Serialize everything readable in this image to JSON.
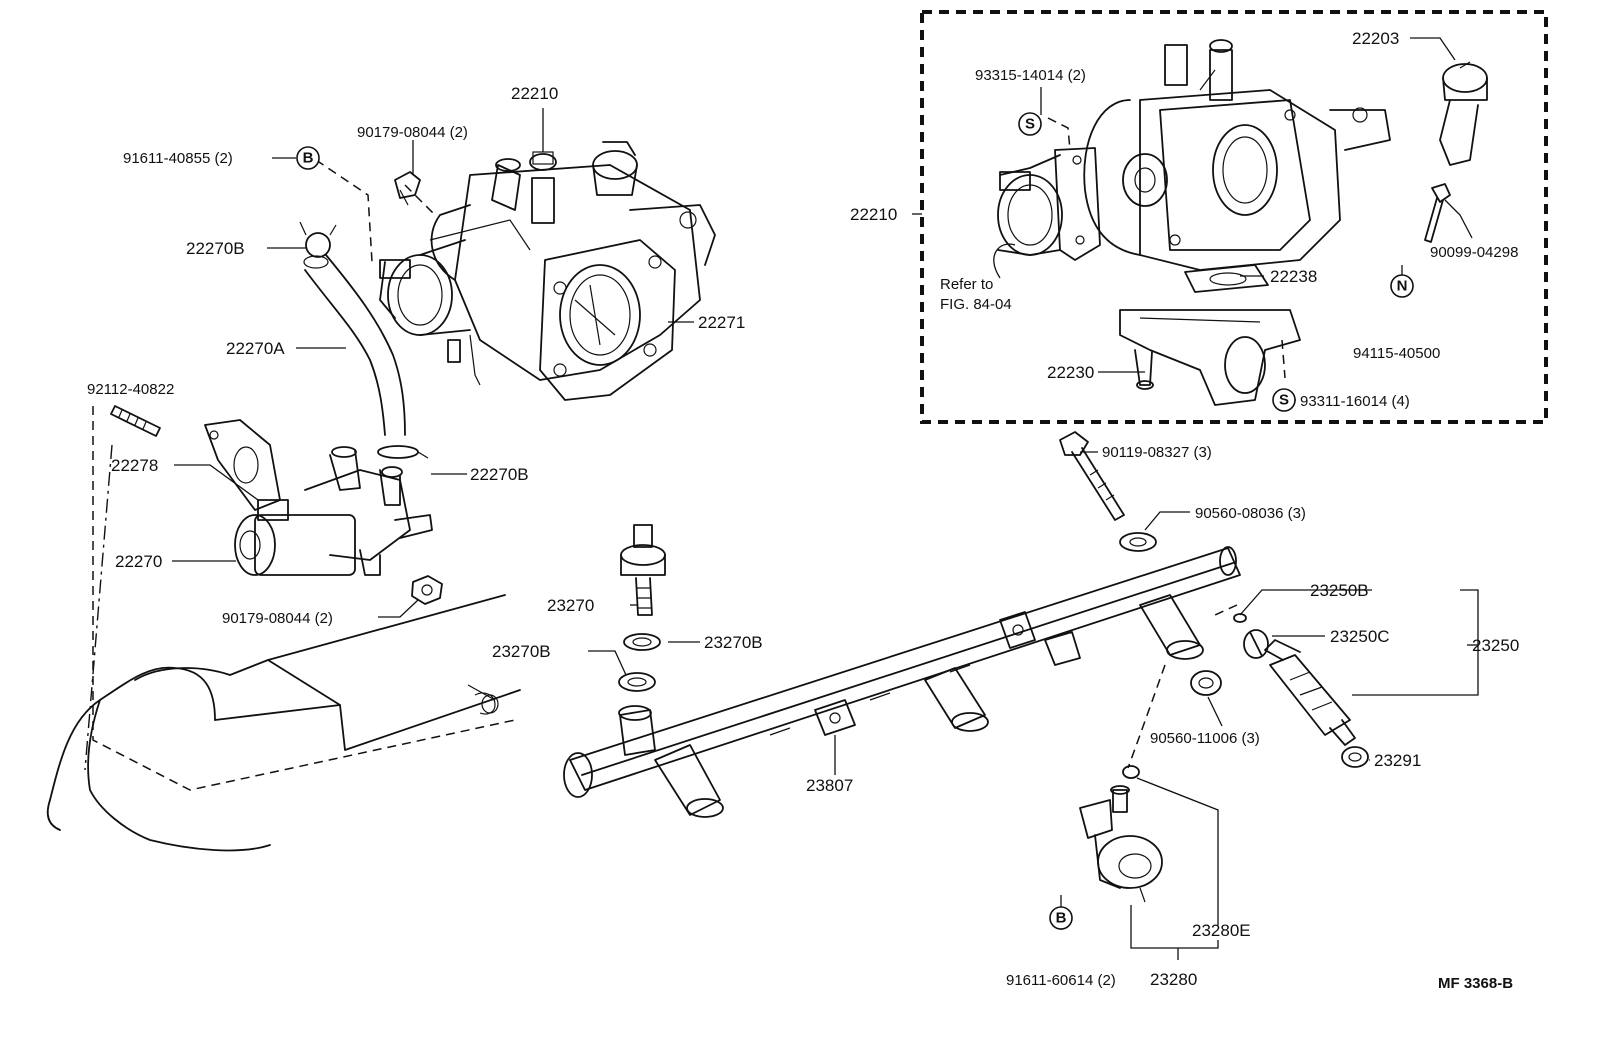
{
  "diagram": {
    "code": "MF 3368-B",
    "labels": {
      "p22210_top": "22210",
      "p90179_top": "90179-08044 (2)",
      "p91611_40855": "91611-40855 (2)",
      "p22270B_top": "22270B",
      "p22270A": "22270A",
      "p22271": "22271",
      "p92112": "92112-40822",
      "p22278": "22278",
      "p22270B_mid": "22270B",
      "p22270": "22270",
      "p90179_bot": "90179-08044 (2)",
      "p93315": "93315-14014 (2)",
      "p22210_box": "22210",
      "refer1": "Refer to",
      "refer2": "FIG. 84-04",
      "p22203": "22203",
      "p90099": "90099-04298",
      "p94115": "94115-40500",
      "p22238": "22238",
      "p22230": "22230",
      "p93311": "93311-16014 (4)",
      "p90119": "90119-08327 (3)",
      "p90560_08036": "90560-08036 (3)",
      "p23270": "23270",
      "p23270B_r": "23270B",
      "p23270B_l": "23270B",
      "p23250B": "23250B",
      "p23250C": "23250C",
      "p23250": "23250",
      "p90560_11006": "90560-11006 (3)",
      "p23291": "23291",
      "p23807": "23807",
      "p23280E": "23280E",
      "p91611_60614": "91611-60614 (2)",
      "p23280": "23280"
    },
    "symbols": {
      "b1": "B",
      "s1": "S",
      "n1": "N",
      "s2": "S",
      "b2": "B"
    }
  }
}
